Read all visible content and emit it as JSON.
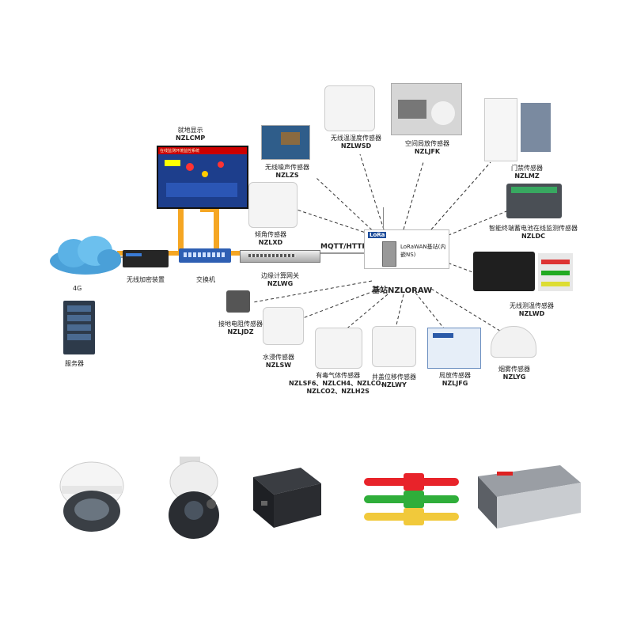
{
  "diagram": {
    "center": {
      "title": "基站NZLORAW",
      "inner_label": "LoRaWAN基站(内嵌NS)",
      "logo": "LoRa"
    },
    "protocol": "MQTT/HTTP",
    "display": {
      "name": "就地显示",
      "code": "NZLCMP",
      "screen_title": "在线监测环境监控系统"
    },
    "nodes": [
      {
        "name": "无线加密装置",
        "code": ""
      },
      {
        "name": "交换机",
        "code": ""
      },
      {
        "name": "边缘计算网关",
        "code": "NZLWG"
      },
      {
        "name": "4G",
        "code": ""
      },
      {
        "name": "服务器",
        "code": ""
      },
      {
        "name": "无线噪声传感器",
        "code": "NZLZS"
      },
      {
        "name": "倾角传感器",
        "code": "NZLXD"
      },
      {
        "name": "无线温湿度传感器",
        "code": "NZLWSD"
      },
      {
        "name": "空间局放传感器",
        "code": "NZLJFK"
      },
      {
        "name": "门禁传感器",
        "code": "NZLMZ"
      },
      {
        "name": "智能终端蓄电池在线监测传感器",
        "code": "NZLDC"
      },
      {
        "name": "无线测温传感器",
        "code": "NZLWD"
      },
      {
        "name": "烟雾传感器",
        "code": "NZLYG"
      },
      {
        "name": "局放传感器",
        "code": "NZLJFG"
      },
      {
        "name": "井盖位移传感器",
        "code": "NZLWY"
      },
      {
        "name": "有毒气体传感器",
        "code": "NZLSF6、NZLCH4、NZLCO、",
        "code2": "NZLCO2、NZLH2S"
      },
      {
        "name": "水浸传感器",
        "code": "NZLSW"
      },
      {
        "name": "接地电阻传感器",
        "code": "NZLJDZ"
      }
    ]
  },
  "gallery": [
    {
      "name": "dome-camera"
    },
    {
      "name": "ptz-camera"
    },
    {
      "name": "mini-pc"
    },
    {
      "name": "wireless-temperature-clips"
    },
    {
      "name": "battery-monitor"
    }
  ]
}
